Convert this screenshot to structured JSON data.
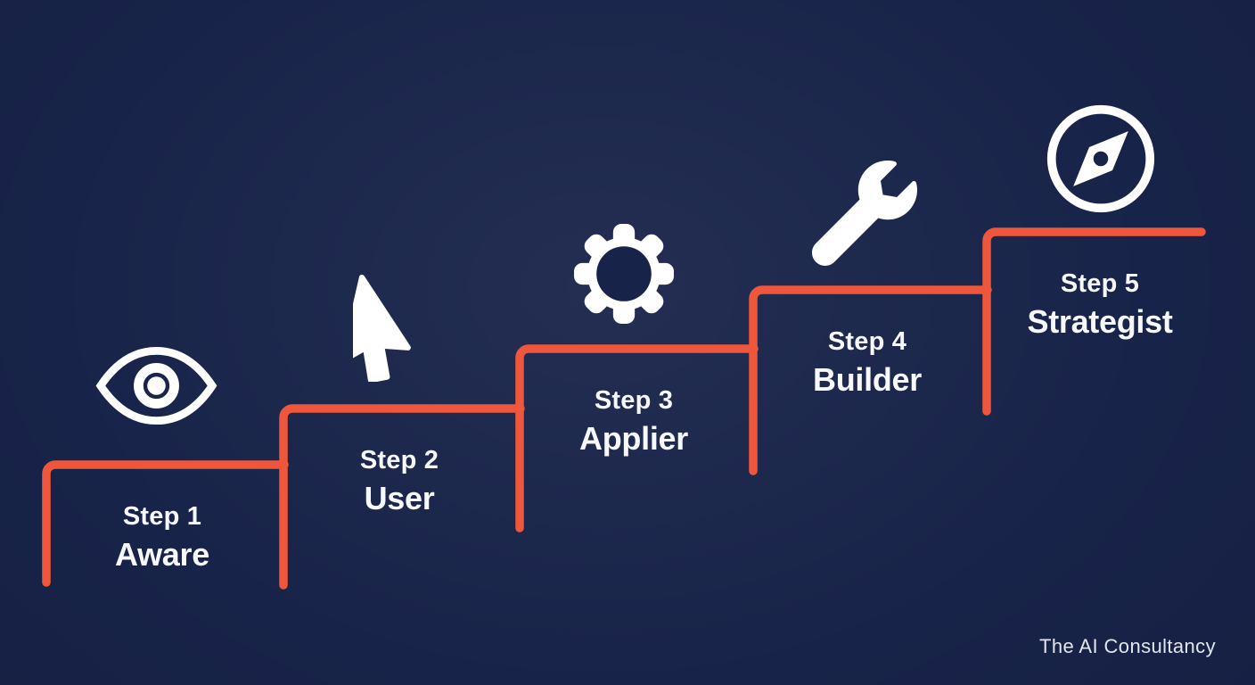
{
  "colors": {
    "background": "#182349",
    "line": "#ee573b",
    "icon": "#ffffff",
    "text": "#f7f8fc",
    "footer": "#e2e6f0"
  },
  "steps": [
    {
      "label": "Step 1",
      "role": "Aware",
      "icon": "eye-icon"
    },
    {
      "label": "Step 2",
      "role": "User",
      "icon": "cursor-icon"
    },
    {
      "label": "Step 3",
      "role": "Applier",
      "icon": "gear-icon"
    },
    {
      "label": "Step 4",
      "role": "Builder",
      "icon": "wrench-icon"
    },
    {
      "label": "Step 5",
      "role": "Strategist",
      "icon": "compass-icon"
    }
  ],
  "footer": {
    "brand": "The AI Consultancy"
  }
}
